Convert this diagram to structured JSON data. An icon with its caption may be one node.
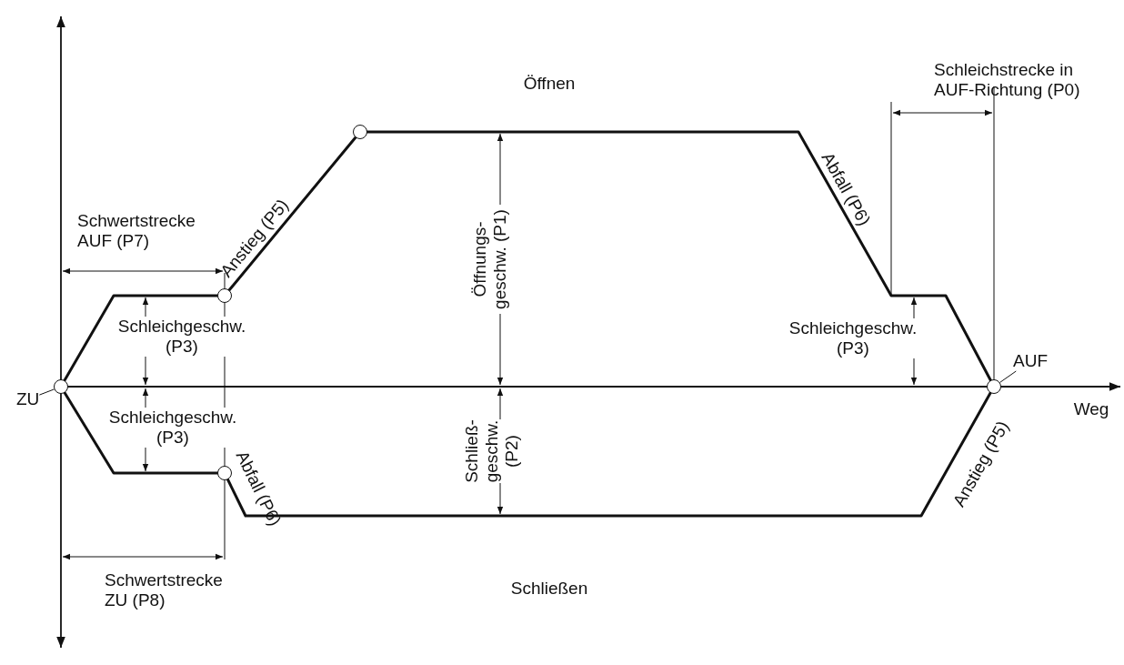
{
  "diagram": {
    "nodes": [
      {
        "text": [
          "ZU"
        ]
      },
      {
        "text": [],
        "shape": "circle"
      },
      {
        "text": [],
        "shape": "circle"
      },
      {
        "text": [],
        "shape": "circle"
      },
      {
        "text": [],
        "shape": "circle"
      },
      {
        "text": [
          "AUF"
        ]
      },
      {
        "text": [],
        "shape": "circle"
      }
    ],
    "edges": [
      {
        "from": 0,
        "to": 1,
        "arrow": "none"
      },
      {
        "from": 5,
        "to": 6,
        "arrow": "none"
      }
    ],
    "labels": [
      "Öffnen",
      "Schleichstrecke in AUF-Richtung (P0)",
      "Anstieg (P5)",
      "Abfall (P6)",
      "Schwertstrecke AUF (P7)",
      "Öffnungs- geschw. (P1)",
      "Schleichgeschw. (P3)",
      "Schleichgeschw. (P3)",
      "Weg",
      "Schleichgeschw. (P3)",
      "Schließ- geschw. (P2)",
      "Abfall (P6)",
      "Anstieg (P5)",
      "Schwertstrecke ZU (P8)",
      "Schließen"
    ]
  }
}
